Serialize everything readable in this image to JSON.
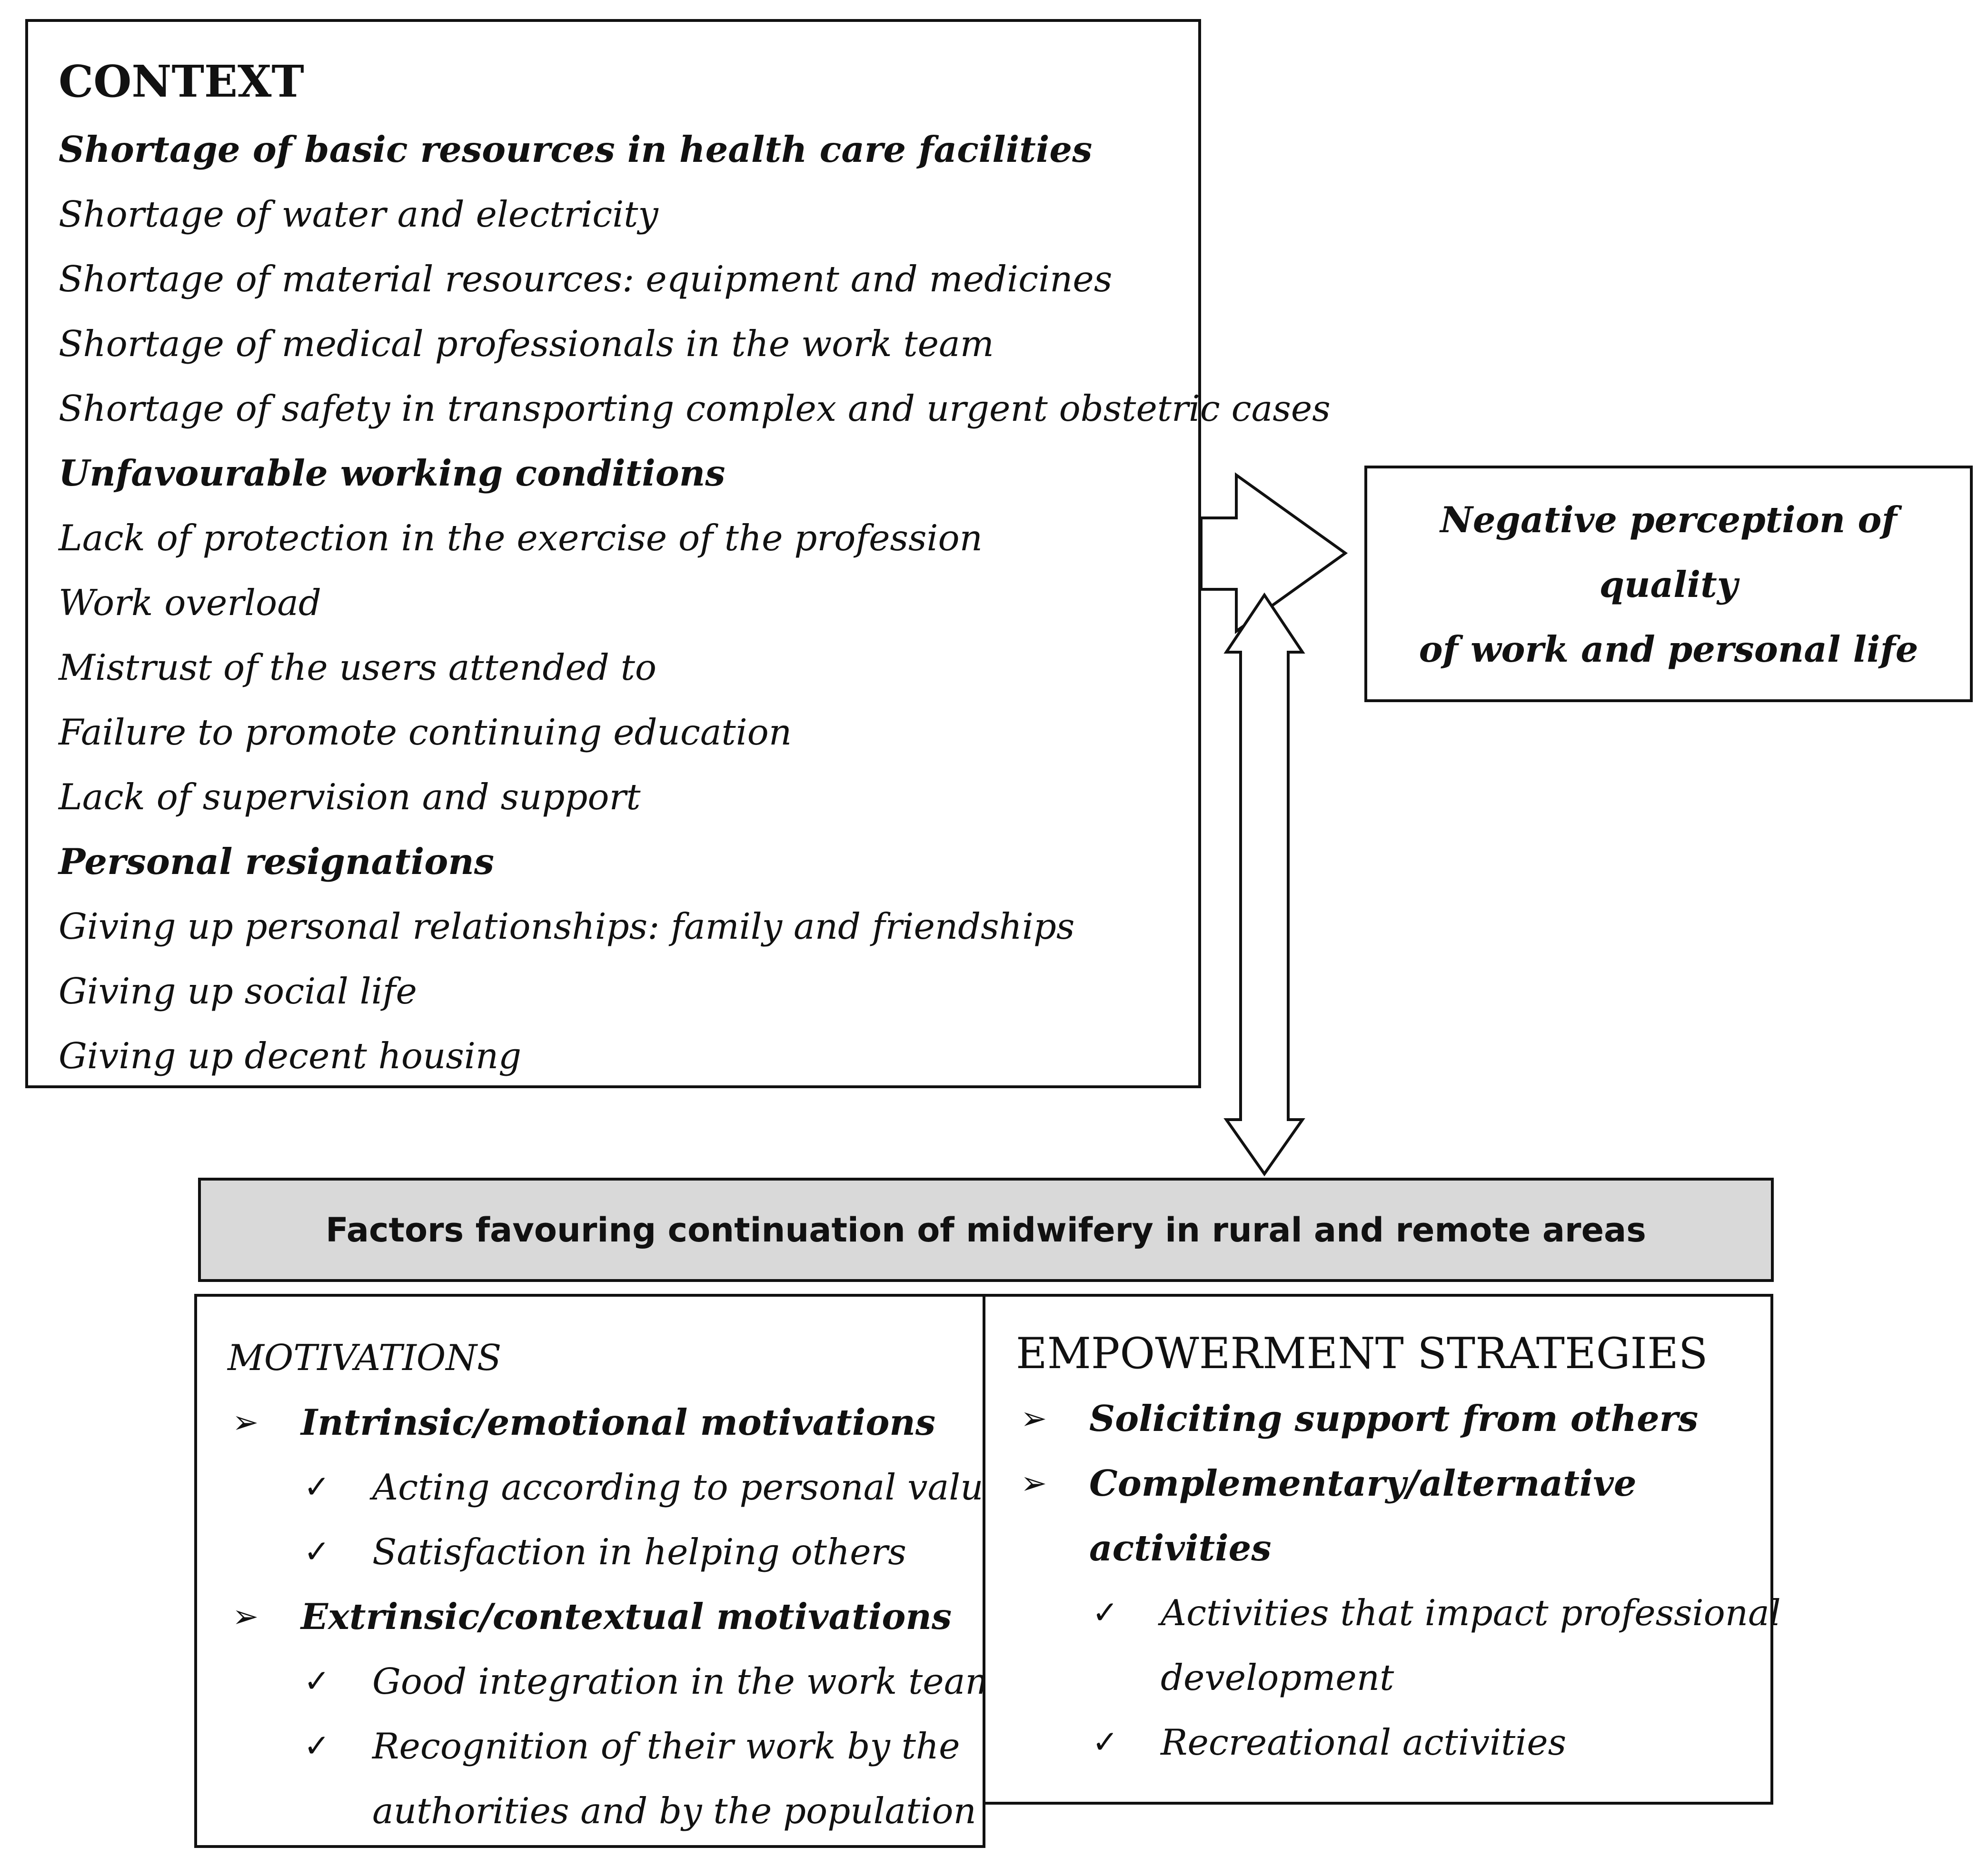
{
  "context": {
    "title": "CONTEXT",
    "lines": [
      {
        "text": "Shortage of basic resources in health care facilities",
        "kind": "heading"
      },
      {
        "text": "Shortage of water and electricity",
        "kind": "item"
      },
      {
        "text": "Shortage of material resources: equipment and medicines",
        "kind": "item"
      },
      {
        "text": "Shortage of medical professionals in the work team",
        "kind": "item"
      },
      {
        "text": "Shortage of safety in transporting complex and urgent obstetric cases",
        "kind": "item"
      },
      {
        "text": "Unfavourable working conditions",
        "kind": "heading"
      },
      {
        "text": "Lack of protection in the exercise of the profession",
        "kind": "item"
      },
      {
        "text": "Work overload",
        "kind": "item"
      },
      {
        "text": "Mistrust of the users attended to",
        "kind": "item"
      },
      {
        "text": "Failure to promote continuing education",
        "kind": "item"
      },
      {
        "text": "Lack of supervision and support",
        "kind": "item"
      },
      {
        "text": "Personal resignations",
        "kind": "heading"
      },
      {
        "text": "Giving up personal relationships: family and friendships",
        "kind": "item"
      },
      {
        "text": "Giving up social life",
        "kind": "item"
      },
      {
        "text": "Giving up decent housing",
        "kind": "item"
      }
    ]
  },
  "outcome": {
    "line1": "Negative perception of quality",
    "line2": "of work and personal life"
  },
  "factors": {
    "label": "Factors favouring continuation of midwifery in rural and remote areas"
  },
  "motivations": {
    "title": "MOTIVATIONS",
    "lines": [
      {
        "text": "Intrinsic/emotional motivations",
        "level": "lvl1"
      },
      {
        "text": "Acting according to personal values",
        "level": "lvl2"
      },
      {
        "text": "Satisfaction in helping others",
        "level": "lvl2"
      },
      {
        "text": "Extrinsic/contextual motivations",
        "level": "lvl1"
      },
      {
        "text": "Good integration in the work team",
        "level": "lvl2"
      },
      {
        "text": "Recognition of their work by the",
        "level": "lvl2"
      },
      {
        "text": "authorities and by the population",
        "level": "cont2"
      }
    ]
  },
  "empowerment": {
    "title": "EMPOWERMENT STRATEGIES",
    "lines": [
      {
        "text": "Soliciting support from others",
        "level": "lvl1"
      },
      {
        "text": "Complementary/alternative",
        "level": "lvl1"
      },
      {
        "text": "activities",
        "level": "cont"
      },
      {
        "text": "Activities that impact professional",
        "level": "lvl2"
      },
      {
        "text": "development",
        "level": "cont2"
      },
      {
        "text": "Recreational activities",
        "level": "lvl2"
      }
    ]
  },
  "markers": {
    "lvl1": "➢",
    "lvl2": "✓"
  }
}
